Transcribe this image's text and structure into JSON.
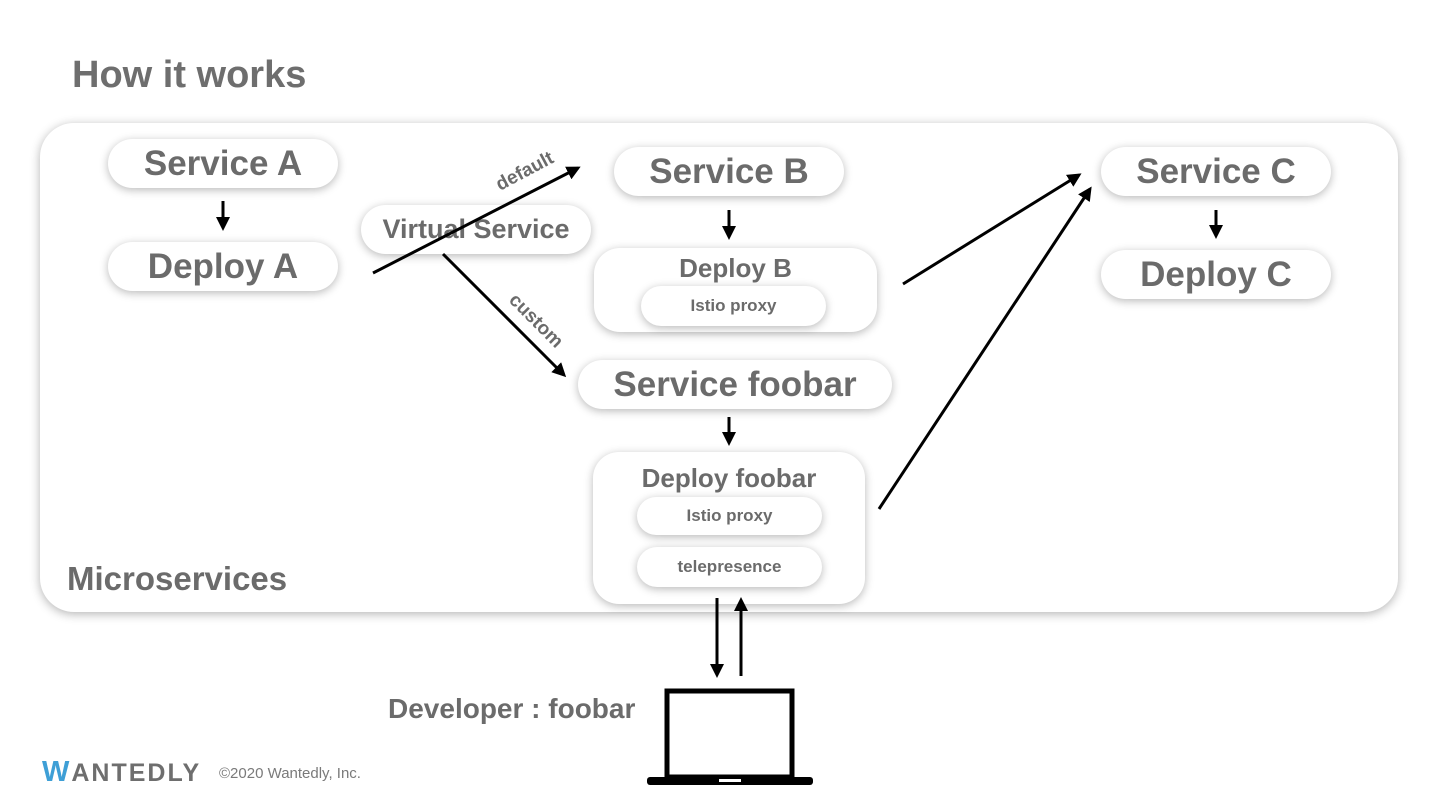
{
  "title": "How it works",
  "panel_label": "Microservices",
  "nodes": {
    "service_a": "Service A",
    "deploy_a": "Deploy A",
    "virtual_service": "Virtual Service",
    "service_b": "Service B",
    "deploy_b": "Deploy B",
    "deploy_b_proxy": "Istio proxy",
    "service_foobar": "Service foobar",
    "deploy_foobar": "Deploy foobar",
    "deploy_foobar_proxy": "Istio proxy",
    "deploy_foobar_telepresence": "telepresence",
    "service_c": "Service C",
    "deploy_c": "Deploy C"
  },
  "edge_labels": {
    "default": "default",
    "custom": "custom"
  },
  "developer_label": "Developer : foobar",
  "footer": {
    "logo_first": "W",
    "logo_rest": "ANTEDLY",
    "copyright": "©2020 Wantedly, Inc."
  },
  "colors": {
    "text_gray": "#6b6b6b",
    "logo_blue": "#3e9fd6",
    "arrow": "#000000"
  }
}
